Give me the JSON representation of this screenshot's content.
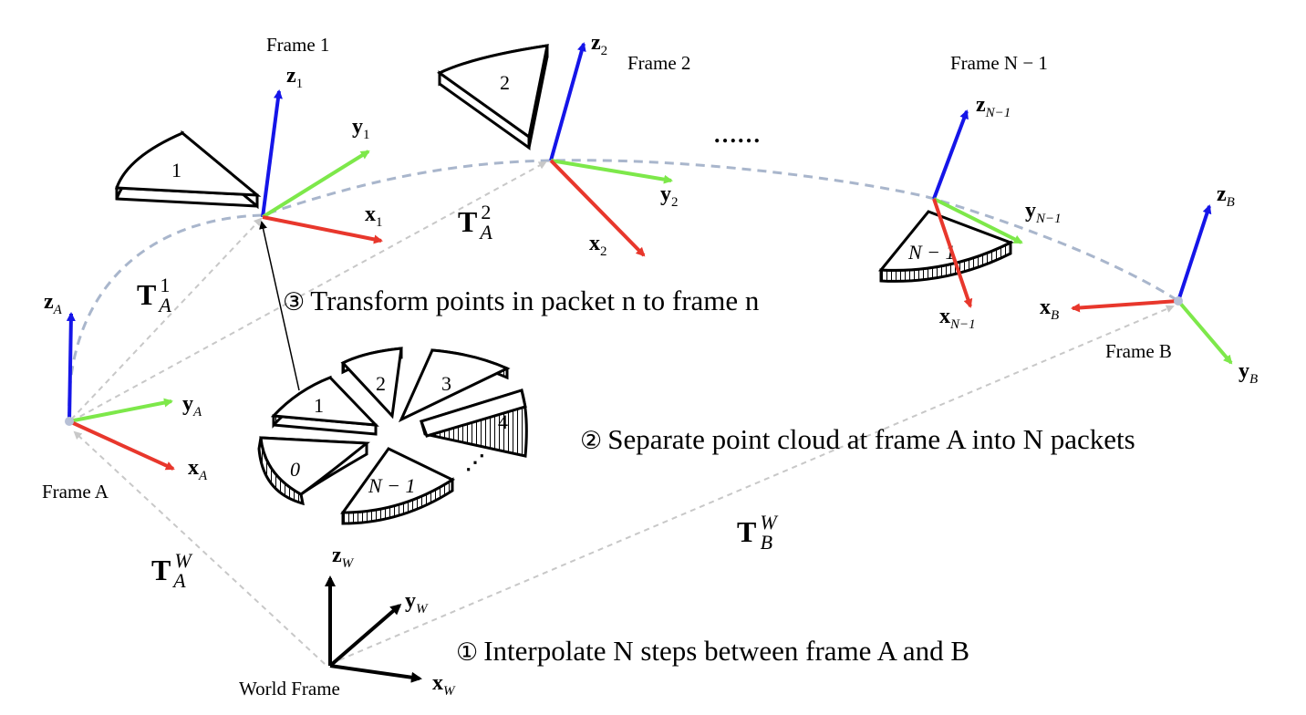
{
  "frames": {
    "frame_1": "Frame 1",
    "frame_2": "Frame 2",
    "frame_n1": "Frame N − 1",
    "frame_a": "Frame A",
    "frame_b": "Frame B",
    "world": "World Frame"
  },
  "axes": {
    "a": {
      "x": "x",
      "y": "y",
      "z": "z",
      "sub": "A"
    },
    "one": {
      "x": "x",
      "y": "y",
      "z": "z",
      "sub": "1"
    },
    "two": {
      "x": "x",
      "y": "y",
      "z": "z",
      "sub": "2"
    },
    "n1": {
      "x": "x",
      "y": "y",
      "z": "z",
      "sub": "N−1"
    },
    "b": {
      "x": "x",
      "y": "y",
      "z": "z",
      "sub": "B"
    },
    "w": {
      "x": "x",
      "y": "y",
      "z": "z",
      "sub": "W"
    }
  },
  "transforms": {
    "t_a1": {
      "base": "T",
      "sup": "1",
      "sub": "A"
    },
    "t_a2": {
      "base": "T",
      "sup": "2",
      "sub": "A"
    },
    "t_aw": {
      "base": "T",
      "sup": "W",
      "sub": "A"
    },
    "t_bw": {
      "base": "T",
      "sup": "W",
      "sub": "B"
    }
  },
  "steps": {
    "s1": {
      "num": "①",
      "text": "Interpolate N steps between frame A and B"
    },
    "s2": {
      "num": "②",
      "text": "Separate point cloud at frame A into N packets"
    },
    "s3": {
      "num": "③",
      "text": "Transform points in packet n to frame n"
    }
  },
  "packets": {
    "p0": "0",
    "p1": "1",
    "p2": "2",
    "p3": "3",
    "p4": "4",
    "pn1": "N − 1",
    "frame1_packet": "1",
    "frame2_packet": "2",
    "framen1_packet": "N − 1"
  },
  "ellipsis_top": "……",
  "ellipsis_packets": "⋰",
  "colors": {
    "x_axis": "#e8372c",
    "y_axis": "#7de84a",
    "z_axis": "#1515e8",
    "trajectory": "#a9b6cc",
    "transform": "#bdbdbd",
    "world_axis": "#000000"
  }
}
